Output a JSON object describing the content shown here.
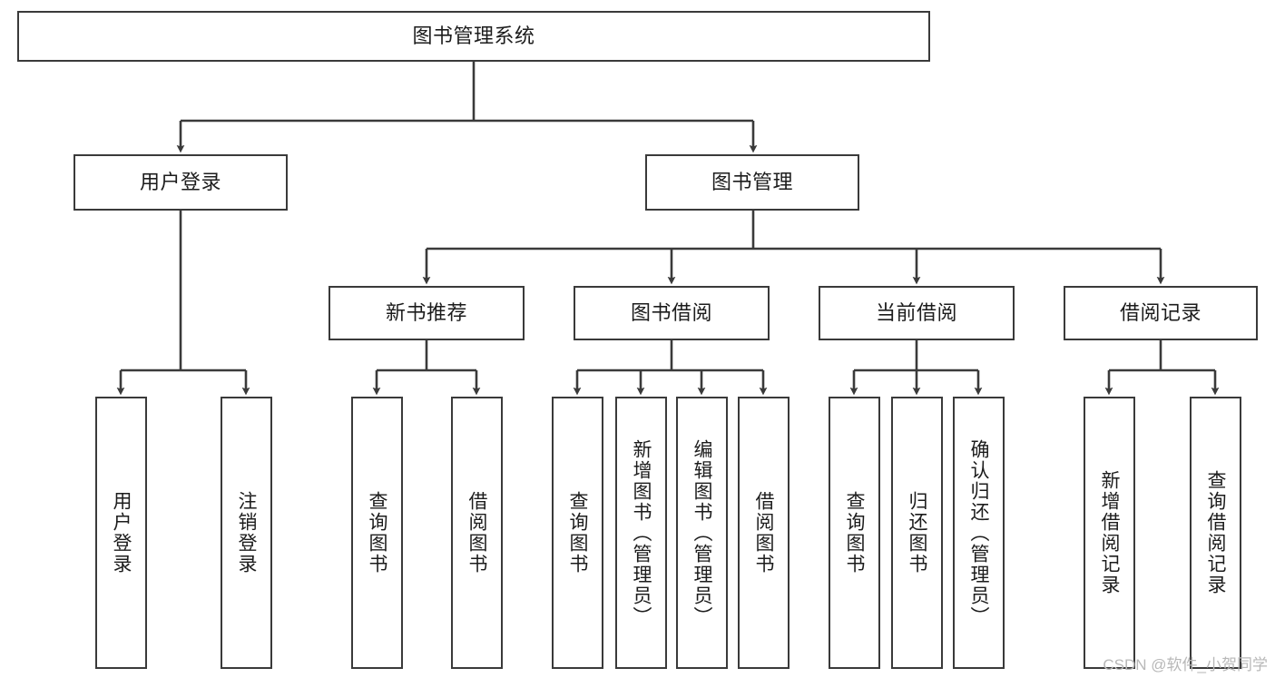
{
  "diagram": {
    "title": "图书管理系统",
    "type": "hierarchy-tree",
    "root": {
      "label": "图书管理系统",
      "children": [
        {
          "label": "用户登录",
          "children": [
            {
              "label": "用户登录"
            },
            {
              "label": "注销登录"
            }
          ]
        },
        {
          "label": "图书管理",
          "children": [
            {
              "label": "新书推荐",
              "children": [
                {
                  "label": "查询图书"
                },
                {
                  "label": "借阅图书"
                }
              ]
            },
            {
              "label": "图书借阅",
              "children": [
                {
                  "label": "查询图书"
                },
                {
                  "label": "新增图书（管理员）"
                },
                {
                  "label": "编辑图书（管理员）"
                },
                {
                  "label": "借阅图书"
                }
              ]
            },
            {
              "label": "当前借阅",
              "children": [
                {
                  "label": "查询图书"
                },
                {
                  "label": "归还图书"
                },
                {
                  "label": "确认归还（管理员）"
                }
              ]
            },
            {
              "label": "借阅记录",
              "children": [
                {
                  "label": "新增借阅记录"
                },
                {
                  "label": "查询借阅记录"
                }
              ]
            }
          ]
        }
      ]
    }
  },
  "nodes": {
    "root": "图书管理系统",
    "l2_user_login": "用户登录",
    "l2_book_mgmt": "图书管理",
    "l3_new_book_rec": "新书推荐",
    "l3_book_borrow": "图书借阅",
    "l3_current_borrow": "当前借阅",
    "l3_borrow_record": "借阅记录",
    "leaf_user_login": "用户登录",
    "leaf_logout": "注销登录",
    "leaf_rec_query": "查询图书",
    "leaf_rec_borrow": "借阅图书",
    "leaf_borrow_query": "查询图书",
    "leaf_borrow_add": "新增图书（管理员）",
    "leaf_borrow_edit": "编辑图书（管理员）",
    "leaf_borrow_do": "借阅图书",
    "leaf_cur_query": "查询图书",
    "leaf_cur_return": "归还图书",
    "leaf_cur_confirm": "确认归还（管理员）",
    "leaf_rec_add": "新增借阅记录",
    "leaf_rec_query2": "查询借阅记录"
  },
  "watermark": "CSDN @软件_小贺同学",
  "colors": {
    "border": "#3a3a3a",
    "text": "#1c1c1c",
    "background": "#ffffff",
    "watermark": "#b8b8b8"
  }
}
